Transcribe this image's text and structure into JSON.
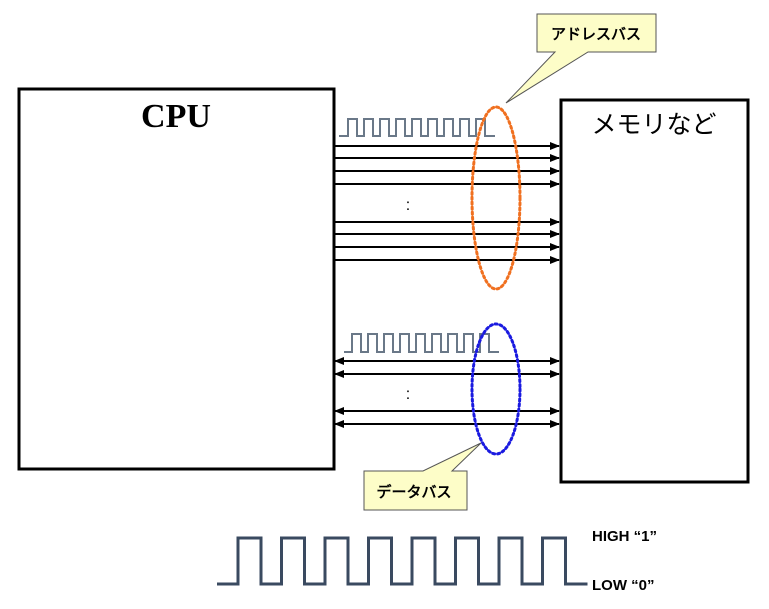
{
  "cpu": {
    "label": "CPU"
  },
  "memory": {
    "label": "メモリなど"
  },
  "address_bus": {
    "callout_label": "アドレスバス",
    "direction": "cpu-to-memory",
    "lines_visible": 8,
    "ellipsis": ":",
    "highlight_color": "#f07020",
    "signal_pulses": 9
  },
  "data_bus": {
    "callout_label": "データバス",
    "direction": "bidirectional",
    "lines_visible": 4,
    "ellipsis": ":",
    "highlight_color": "#1a1ae0",
    "signal_pulses": 9
  },
  "signal_legend": {
    "high_label": "HIGH “1”",
    "low_label": "LOW “0”",
    "pulses": 8,
    "color": "#3a4a60"
  },
  "colors": {
    "callout_fill": "#fdfdc8",
    "small_signal": "#6a7888",
    "line": "#000000"
  }
}
